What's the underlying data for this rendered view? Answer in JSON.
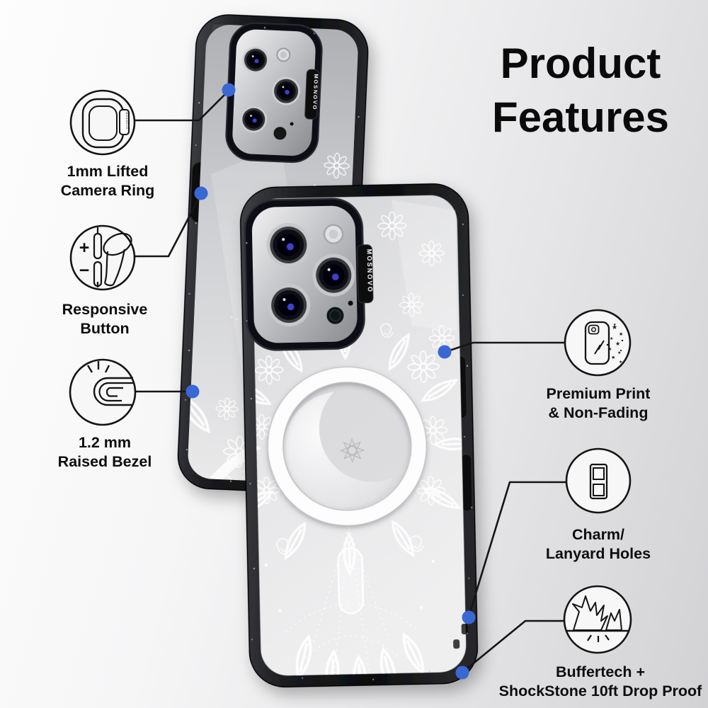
{
  "title": "Product\nFeatures",
  "brand": "MOSNOVO",
  "features": [
    {
      "id": "camera-ring",
      "label": "1mm Lifted\nCamera Ring"
    },
    {
      "id": "responsive-button",
      "label": "Responsive\nButton"
    },
    {
      "id": "raised-bezel",
      "label": "1.2 mm\nRaised Bezel"
    },
    {
      "id": "premium-print",
      "label": "Premium Print\n& Non-Fading"
    },
    {
      "id": "lanyard-holes",
      "label": "Charm/\nLanyard Holes"
    },
    {
      "id": "drop-proof",
      "label": "Buffertech +\nShockStone 10ft Drop Proof"
    }
  ],
  "icons": {
    "volume_plus": "+",
    "volume_minus": "−"
  },
  "colors": {
    "accent_dot": "#3968d5",
    "line": "#151515",
    "text": "#0d0d0d"
  }
}
